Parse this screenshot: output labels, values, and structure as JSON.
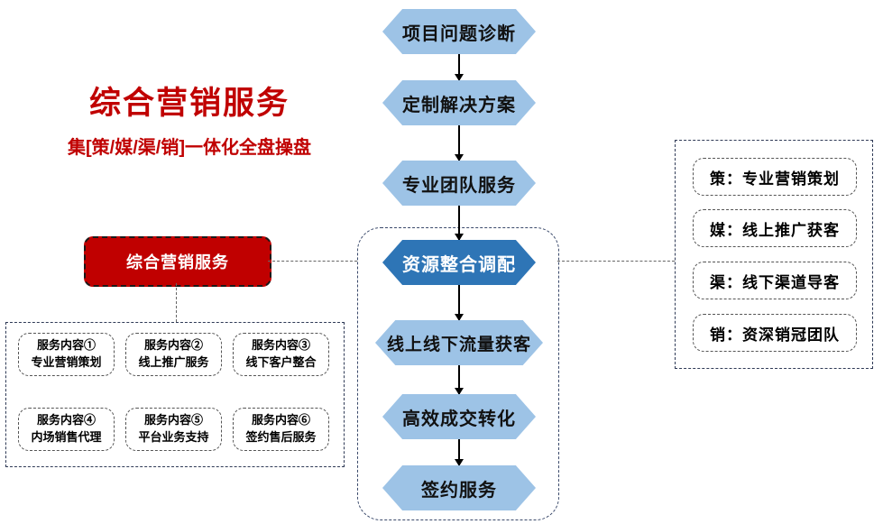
{
  "headline": {
    "title": "综合营销服务",
    "subtitle": "集[策/媒/渠/销]一体化全盘操盘",
    "color": "#C00000"
  },
  "flow": {
    "node_color": "#9DC3E6",
    "active_color": "#2E75B6",
    "steps": [
      {
        "label": "项目问题诊断",
        "active": false
      },
      {
        "label": "定制解决方案",
        "active": false
      },
      {
        "label": "专业团队服务",
        "active": false
      },
      {
        "label": "资源整合调配",
        "active": true
      },
      {
        "label": "线上线下流量获客",
        "active": false
      },
      {
        "label": "高效成交转化",
        "active": false
      },
      {
        "label": "签约服务",
        "active": false
      }
    ]
  },
  "highlight_box": {
    "label": "综合营销服务",
    "fill": "#C00000",
    "text_color": "#FFFFFF"
  },
  "service_group": {
    "items": [
      {
        "title": "服务内容①",
        "desc": "专业营销策划"
      },
      {
        "title": "服务内容②",
        "desc": "线上推广服务"
      },
      {
        "title": "服务内容③",
        "desc": "线下客户整合"
      },
      {
        "title": "服务内容④",
        "desc": "内场销售代理"
      },
      {
        "title": "服务内容⑤",
        "desc": "平台业务支持"
      },
      {
        "title": "服务内容⑥",
        "desc": "签约售后服务"
      }
    ]
  },
  "capability_group": {
    "items": [
      {
        "label": "策：专业营销策划"
      },
      {
        "label": "媒：线上推广获客"
      },
      {
        "label": "渠：线下渠道导客"
      },
      {
        "label": "销：资深销冠团队"
      }
    ]
  }
}
